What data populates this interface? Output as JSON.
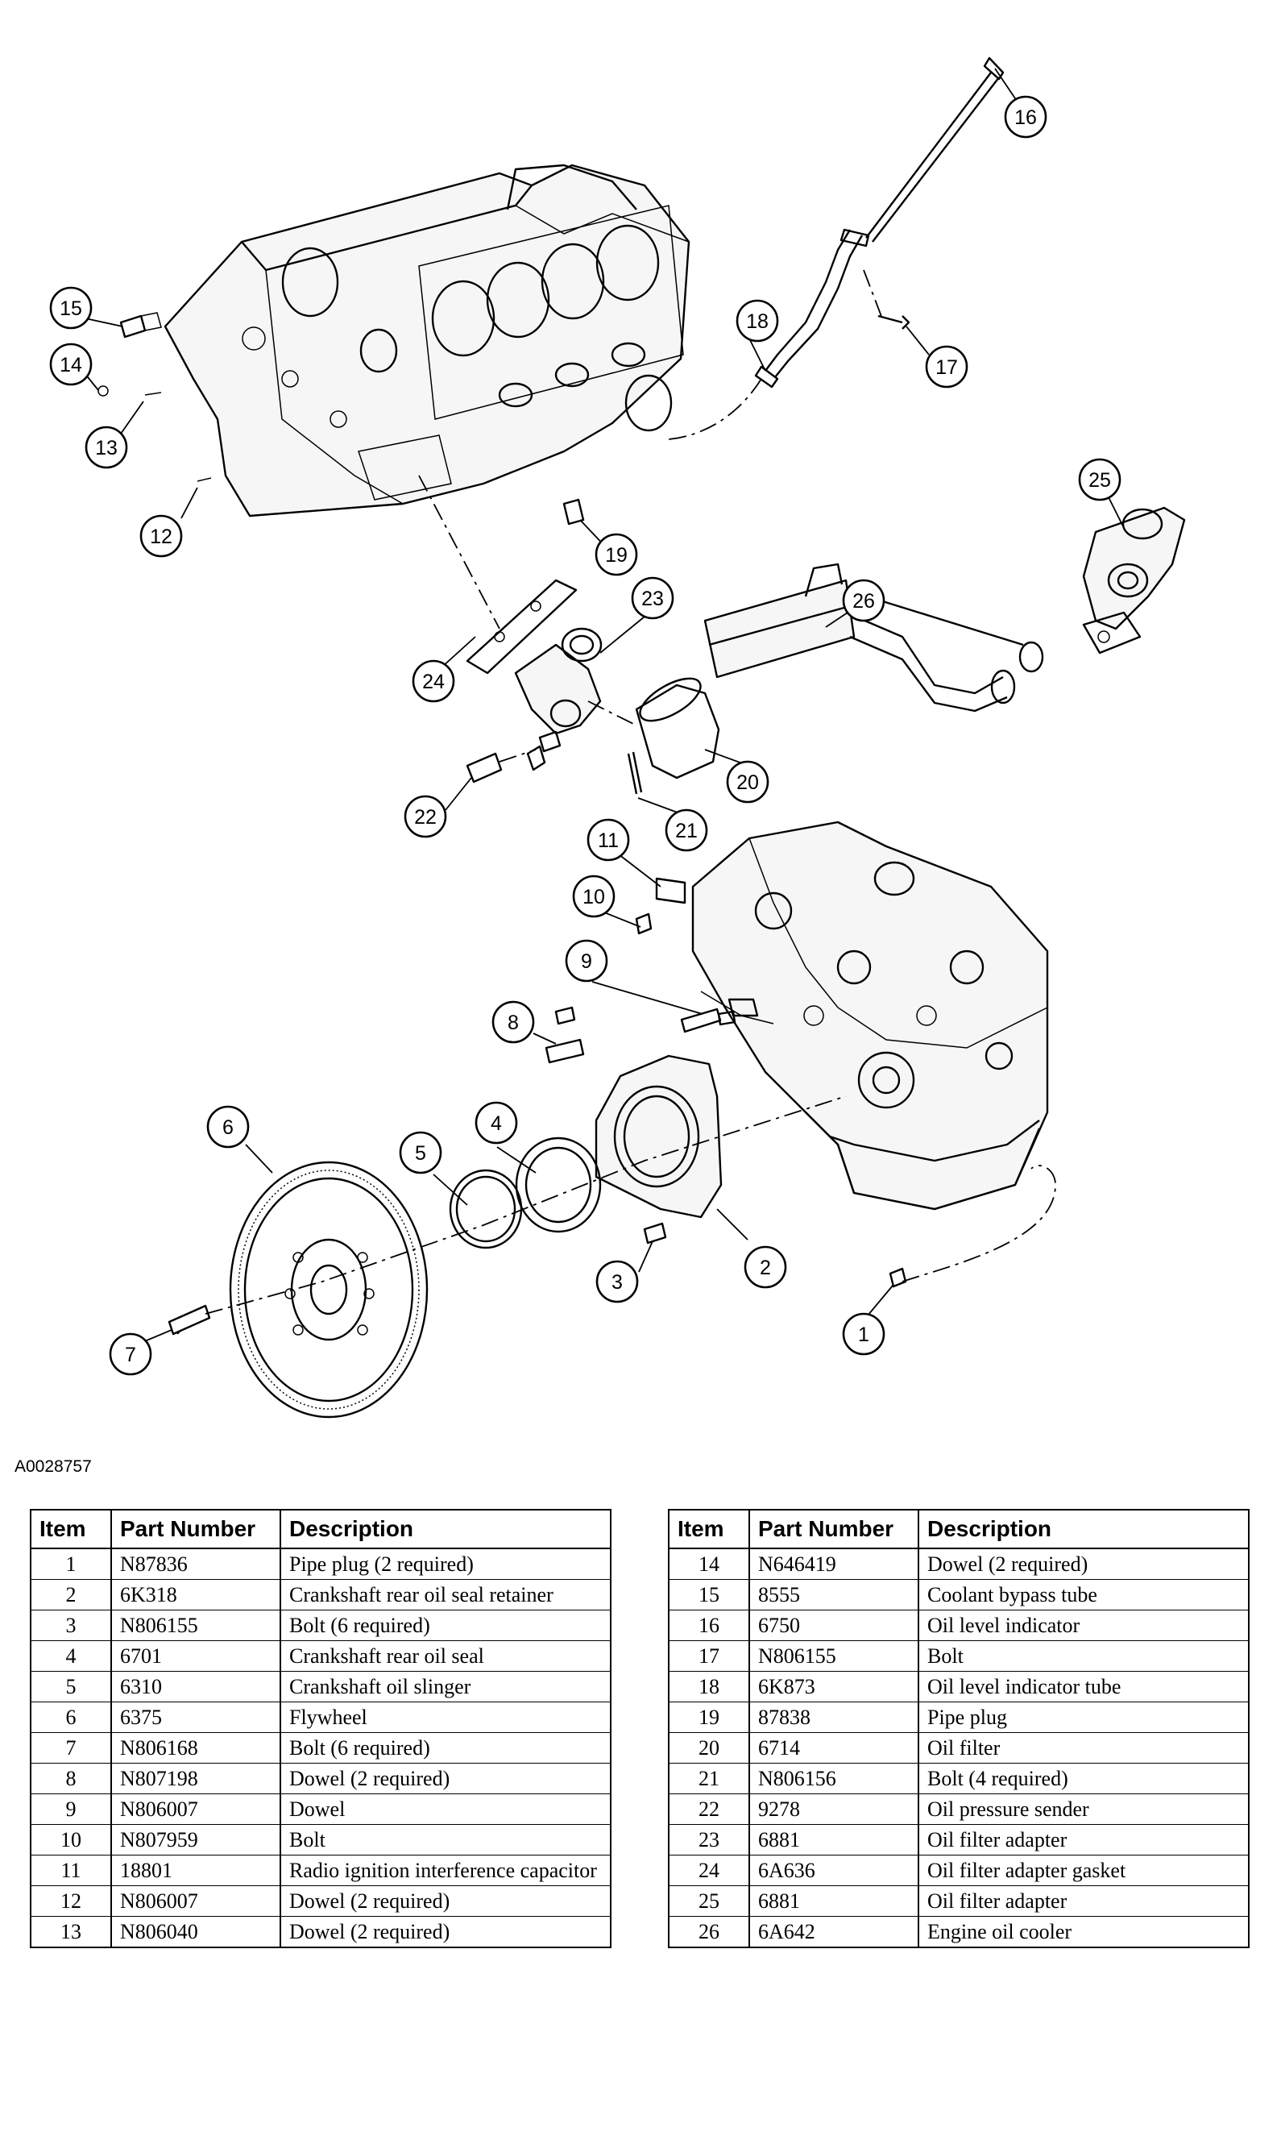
{
  "figure_id": "A0028757",
  "callouts": [
    "1",
    "2",
    "3",
    "4",
    "5",
    "6",
    "7",
    "8",
    "9",
    "10",
    "11",
    "12",
    "13",
    "14",
    "15",
    "16",
    "17",
    "18",
    "19",
    "20",
    "21",
    "22",
    "23",
    "24",
    "25",
    "26"
  ],
  "tables": {
    "headers": {
      "item": "Item",
      "part_number": "Part Number",
      "description": "Description"
    },
    "left": [
      {
        "item": "1",
        "part": "N87836",
        "desc": "Pipe plug (2 required)"
      },
      {
        "item": "2",
        "part": "6K318",
        "desc": "Crankshaft rear oil seal retainer"
      },
      {
        "item": "3",
        "part": "N806155",
        "desc": "Bolt (6 required)"
      },
      {
        "item": "4",
        "part": "6701",
        "desc": "Crankshaft rear oil seal"
      },
      {
        "item": "5",
        "part": "6310",
        "desc": "Crankshaft oil slinger"
      },
      {
        "item": "6",
        "part": "6375",
        "desc": "Flywheel"
      },
      {
        "item": "7",
        "part": "N806168",
        "desc": "Bolt (6 required)"
      },
      {
        "item": "8",
        "part": "N807198",
        "desc": "Dowel (2 required)"
      },
      {
        "item": "9",
        "part": "N806007",
        "desc": "Dowel"
      },
      {
        "item": "10",
        "part": "N807959",
        "desc": "Bolt"
      },
      {
        "item": "11",
        "part": "18801",
        "desc": "Radio ignition interference capacitor"
      },
      {
        "item": "12",
        "part": "N806007",
        "desc": "Dowel (2 required)"
      },
      {
        "item": "13",
        "part": "N806040",
        "desc": "Dowel (2 required)"
      }
    ],
    "right": [
      {
        "item": "14",
        "part": "N646419",
        "desc": "Dowel (2 required)"
      },
      {
        "item": "15",
        "part": "8555",
        "desc": "Coolant bypass tube"
      },
      {
        "item": "16",
        "part": "6750",
        "desc": "Oil level indicator"
      },
      {
        "item": "17",
        "part": "N806155",
        "desc": "Bolt"
      },
      {
        "item": "18",
        "part": "6K873",
        "desc": "Oil level indicator tube"
      },
      {
        "item": "19",
        "part": "87838",
        "desc": "Pipe plug"
      },
      {
        "item": "20",
        "part": "6714",
        "desc": "Oil filter"
      },
      {
        "item": "21",
        "part": "N806156",
        "desc": "Bolt (4 required)"
      },
      {
        "item": "22",
        "part": "9278",
        "desc": "Oil pressure sender"
      },
      {
        "item": "23",
        "part": "6881",
        "desc": "Oil filter adapter"
      },
      {
        "item": "24",
        "part": "6A636",
        "desc": "Oil filter adapter gasket"
      },
      {
        "item": "25",
        "part": "6881",
        "desc": "Oil filter adapter"
      },
      {
        "item": "26",
        "part": "6A642",
        "desc": "Engine oil cooler"
      }
    ]
  }
}
